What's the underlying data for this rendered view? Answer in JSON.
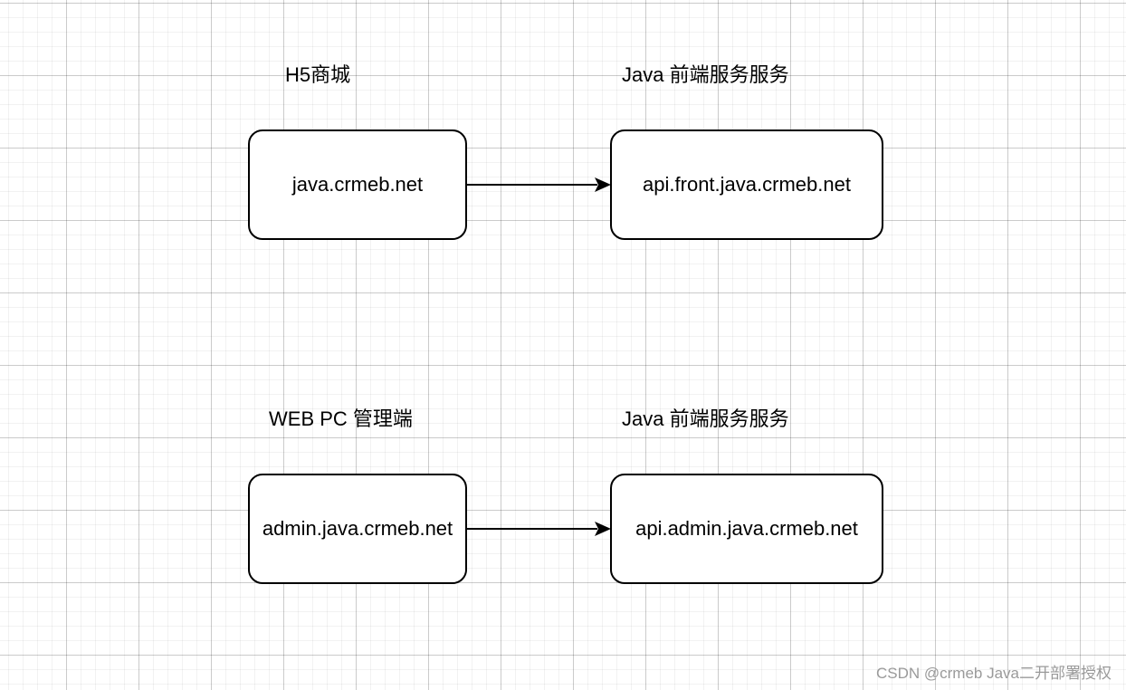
{
  "diagram": {
    "rows": [
      {
        "left_label": "H5商城",
        "left_node": "java.crmeb.net",
        "right_label": "Java 前端服务服务",
        "right_node": "api.front.java.crmeb.net"
      },
      {
        "left_label": "WEB PC 管理端",
        "left_node": "admin.java.crmeb.net",
        "right_label": "Java 前端服务服务",
        "right_node": "api.admin.java.crmeb.net"
      }
    ]
  },
  "watermark": "CSDN @crmeb Java二开部署授权"
}
